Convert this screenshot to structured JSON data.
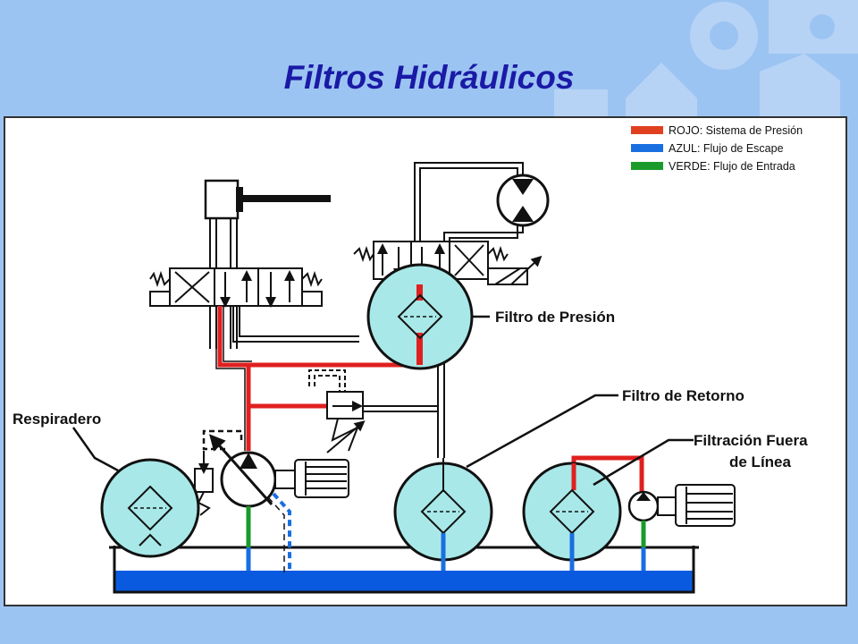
{
  "title": "Filtros Hidráulicos",
  "legend": [
    {
      "label": "ROJO: Sistema de Presión",
      "color": "#e04020"
    },
    {
      "label": "AZUL: Flujo de Escape",
      "color": "#1a6fe0"
    },
    {
      "label": "VERDE: Flujo de Entrada",
      "color": "#1a9a2a"
    }
  ],
  "labels": {
    "pressure_filter": "Filtro de Presión",
    "return_filter": "Filtro de Retorno",
    "offline_line1": "Filtración Fuera",
    "offline_line2": "de Línea",
    "breather": "Respiradero"
  },
  "colors": {
    "background": "#9cc4f2",
    "title": "#1a1aa6",
    "filter_fill": "#a8e8e8",
    "tank_fluid": "#0a5ae0",
    "pressure": "#e02020",
    "return": "#1a6fe0",
    "suction": "#1a9a2a"
  },
  "icons": [
    "cylinder-icon",
    "directional-valve-icon",
    "hydraulic-motor-icon",
    "relief-valve-icon",
    "variable-pump-icon",
    "electric-motor-icon",
    "filter-icon",
    "reservoir-icon"
  ]
}
